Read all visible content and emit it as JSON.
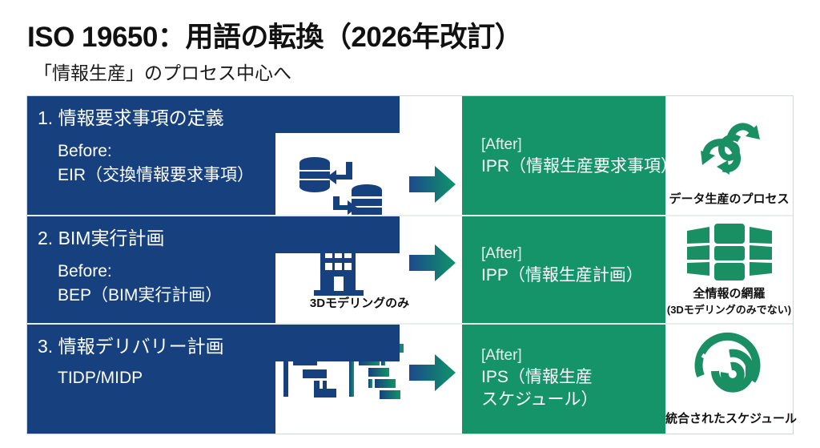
{
  "heading": {
    "title": "ISO 19650：用語の転換（2026年改訂）",
    "subtitle": "「情報生産」のプロセス中心へ"
  },
  "colors": {
    "blue": "#17407f",
    "green": "#159469",
    "white": "#ffffff",
    "text_dark": "#111111"
  },
  "rows": [
    {
      "header": "1. 情報要求事項の定義",
      "before_label": "Before:",
      "before_value": "EIR（交換情報要求事項）",
      "middle_icon": "database-exchange-icon",
      "middle_caption": "",
      "arrow_icon": "right-arrow-icon",
      "after_label": "[After]",
      "after_value": "IPR（情報生産要求事項）",
      "after_value_line2": "",
      "right_icon": "swirl-process-icon",
      "right_caption": "データ生産のプロセス",
      "right_caption2": ""
    },
    {
      "header": "2. BIM実行計画",
      "before_label": "Before:",
      "before_value": "BEP（BIM実行計画）",
      "middle_icon": "building-icon",
      "middle_caption": "3Dモデリングのみ",
      "arrow_icon": "right-arrow-icon",
      "after_label": "[After]",
      "after_value": "IPP（情報生産計画）",
      "after_value_line2": "",
      "right_icon": "panel-grid-icon",
      "right_caption": "全情報の網羅",
      "right_caption2": "(3Dモデリングのみでない)"
    },
    {
      "header": "3. 情報デリバリー計画",
      "before_label": "",
      "before_value": "TIDP/MIDP",
      "middle_icon": "gantt-chart-icon",
      "middle_caption": "",
      "arrow_icon": "right-arrow-icon",
      "after_label": "[After]",
      "after_value": "IPS（情報生産",
      "after_value_line2": "スケジュール）",
      "right_icon": "spiral-arrow-icon",
      "right_caption": "統合されたスケジュール",
      "right_caption2": ""
    }
  ]
}
